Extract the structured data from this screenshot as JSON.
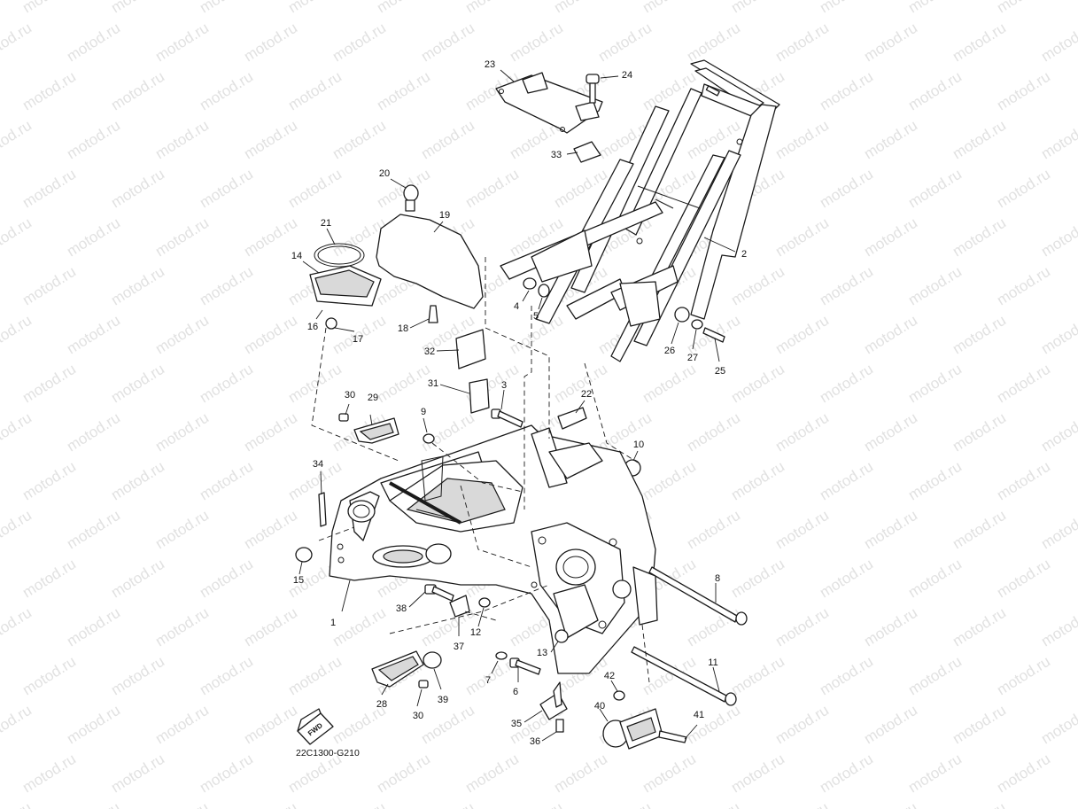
{
  "watermark": {
    "text": "motod.ru",
    "color": "#c9c9c9"
  },
  "diagram_code": "22C1300-G210",
  "fwd_label": "FWD",
  "callouts": [
    {
      "id": "c1",
      "label": "1"
    },
    {
      "id": "c2",
      "label": "2"
    },
    {
      "id": "c3",
      "label": "3"
    },
    {
      "id": "c4",
      "label": "4"
    },
    {
      "id": "c5",
      "label": "5"
    },
    {
      "id": "c6",
      "label": "6"
    },
    {
      "id": "c7",
      "label": "7"
    },
    {
      "id": "c8",
      "label": "8"
    },
    {
      "id": "c9",
      "label": "9"
    },
    {
      "id": "c10",
      "label": "10"
    },
    {
      "id": "c11",
      "label": "11"
    },
    {
      "id": "c12",
      "label": "12"
    },
    {
      "id": "c13",
      "label": "13"
    },
    {
      "id": "c14",
      "label": "14"
    },
    {
      "id": "c15",
      "label": "15"
    },
    {
      "id": "c16",
      "label": "16"
    },
    {
      "id": "c17",
      "label": "17"
    },
    {
      "id": "c18",
      "label": "18"
    },
    {
      "id": "c19",
      "label": "19"
    },
    {
      "id": "c20",
      "label": "20"
    },
    {
      "id": "c21",
      "label": "21"
    },
    {
      "id": "c22",
      "label": "22"
    },
    {
      "id": "c23",
      "label": "23"
    },
    {
      "id": "c24",
      "label": "24"
    },
    {
      "id": "c25",
      "label": "25"
    },
    {
      "id": "c26",
      "label": "26"
    },
    {
      "id": "c27",
      "label": "27"
    },
    {
      "id": "c28",
      "label": "28"
    },
    {
      "id": "c29",
      "label": "29"
    },
    {
      "id": "c30a",
      "label": "30"
    },
    {
      "id": "c30b",
      "label": "30"
    },
    {
      "id": "c31",
      "label": "31"
    },
    {
      "id": "c32",
      "label": "32"
    },
    {
      "id": "c33",
      "label": "33"
    },
    {
      "id": "c34",
      "label": "34"
    },
    {
      "id": "c35",
      "label": "35"
    },
    {
      "id": "c36",
      "label": "36"
    },
    {
      "id": "c37",
      "label": "37"
    },
    {
      "id": "c38",
      "label": "38"
    },
    {
      "id": "c39",
      "label": "39"
    },
    {
      "id": "c40",
      "label": "40"
    },
    {
      "id": "c41",
      "label": "41"
    },
    {
      "id": "c42",
      "label": "42"
    }
  ]
}
